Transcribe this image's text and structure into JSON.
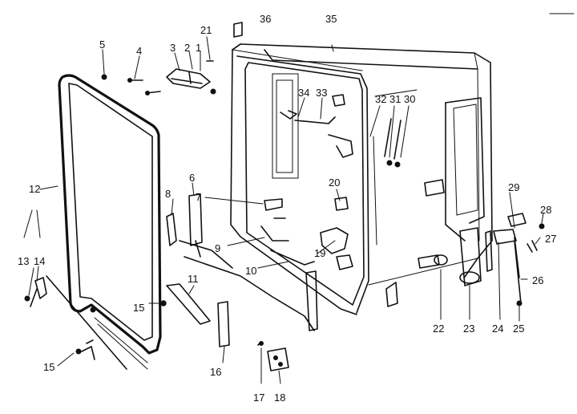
{
  "diagram": {
    "part_numbers": [
      "1",
      "2",
      "3",
      "4",
      "5",
      "6",
      "7",
      "8",
      "9",
      "10",
      "11",
      "12",
      "13",
      "14",
      "15",
      "15",
      "16",
      "17",
      "18",
      "19",
      "20",
      "21",
      "22",
      "23",
      "24",
      "25",
      "26",
      "27",
      "28",
      "29",
      "30",
      "31",
      "32",
      "33",
      "34",
      "35",
      "36"
    ]
  },
  "colors": {
    "ink": "#111111",
    "background": "#ffffff"
  }
}
